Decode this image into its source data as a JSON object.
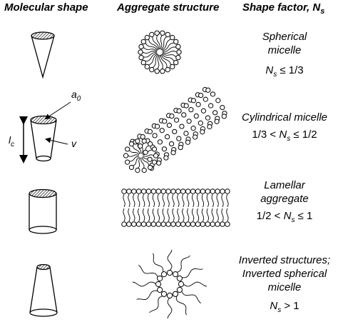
{
  "headers": {
    "molecular_shape": "Molecular shape",
    "aggregate_structure": "Aggregate structure",
    "shape_factor": "Shape factor, N",
    "shape_factor_sub": "s"
  },
  "symbols": {
    "head_area": "a",
    "head_area_sub": "0",
    "chain_length": "l",
    "chain_length_sub": "c",
    "volume": "v"
  },
  "rows": [
    {
      "label_line1": "Spherical",
      "label_line2": "micelle",
      "label_line3": "",
      "ns_pre": "",
      "ns_var": "N",
      "ns_sub": "s",
      "ns_post": " ≤ 1/3"
    },
    {
      "label_line1": "Cylindrical micelle",
      "label_line2": "",
      "label_line3": "",
      "ns_pre": "1/3 < ",
      "ns_var": "N",
      "ns_sub": "s",
      "ns_post": " ≤ 1/2"
    },
    {
      "label_line1": "Lamellar",
      "label_line2": "aggregate",
      "label_line3": "",
      "ns_pre": "1/2 < ",
      "ns_var": "N",
      "ns_sub": "s",
      "ns_post": " ≤ 1"
    },
    {
      "label_line1": "Inverted structures;",
      "label_line2": "Inverted spherical",
      "label_line3": "micelle",
      "ns_pre": "",
      "ns_var": "N",
      "ns_sub": "s",
      "ns_post": " > 1"
    }
  ]
}
